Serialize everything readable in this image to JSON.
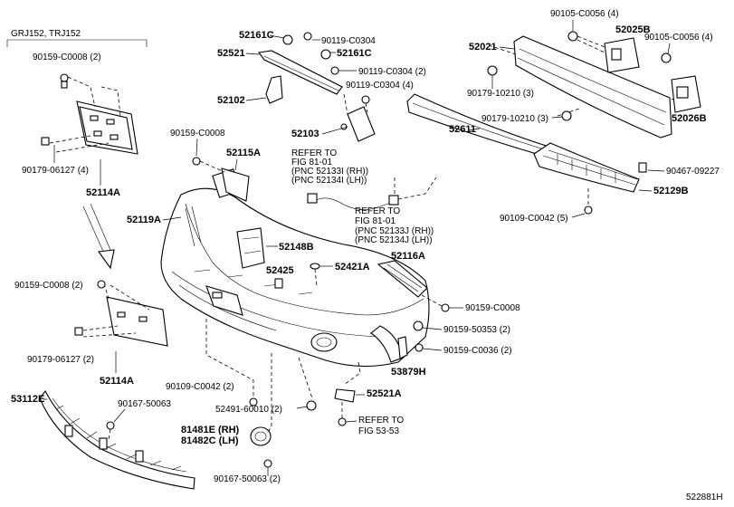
{
  "diagram": {
    "figure_code": "522881H",
    "applicability": "GRJ152, TRJ152",
    "labels": {
      "p90105_c0056_a": "90105-C0056 (4)",
      "p52025B": "52025B",
      "p90105_c0056_b": "90105-C0056 (4)",
      "p52021": "52021",
      "p90179_10210_a": "90179-10210 (3)",
      "p90179_10210_b": "90179-10210 (3)",
      "p52026B": "52026B",
      "p52611": "52611",
      "p90467_09227": "90467-09227",
      "p52129B": "52129B",
      "p90109_c0042_5": "90109-C0042 (5)",
      "p52161C_a": "52161C",
      "p90119_c0304": "90119-C0304",
      "p52521": "52521",
      "p52161C_b": "52161C",
      "p90119_c0304_2": "90119-C0304 (2)",
      "p90119_c0304_4": "90119-C0304 (4)",
      "p52102": "52102",
      "p52103": "52103",
      "p90159_c0008_top": "90159-C0008 (2)",
      "p90179_06127_top": "90179-06127 (4)",
      "p52114A_top": "52114A",
      "p90159_c0008_mid": "90159-C0008",
      "p52115A": "52115A",
      "p52119A": "52119A",
      "p52148B": "52148B",
      "p52425": "52425",
      "p52421A": "52421A",
      "p52116A": "52116A",
      "p90159_c0008_right": "90159-C0008",
      "p90159_50353": "90159-50353 (2)",
      "p90159_c0036": "90159-C0036 (2)",
      "p53879H": "53879H",
      "p52521A": "52521A",
      "p90159_c0008_bot": "90159-C0008 (2)",
      "p90179_06127_bot": "90179-06127 (2)",
      "p52114A_bot": "52114A",
      "p53112E": "53112E",
      "p90167_50063": "90167-50063",
      "p90109_c0042_2": "90109-C0042 (2)",
      "p52491_60010": "52491-60010 (2)",
      "p81481E": "81481E (RH)",
      "p81482C": "81482C (LH)",
      "p90167_50063_2": "90167-50063 (2)"
    },
    "refs": {
      "ref1": [
        "REFER TO",
        "FIG 81-01",
        "(PNC 52133I (RH))",
        "(PNC 52134I (LH))"
      ],
      "ref2": [
        "REFER TO",
        "FIG 81-01",
        "(PNC 52133J (RH))",
        "(PNC 52134J (LH))"
      ],
      "ref3": [
        "REFER TO",
        "FIG 53-53"
      ]
    }
  }
}
